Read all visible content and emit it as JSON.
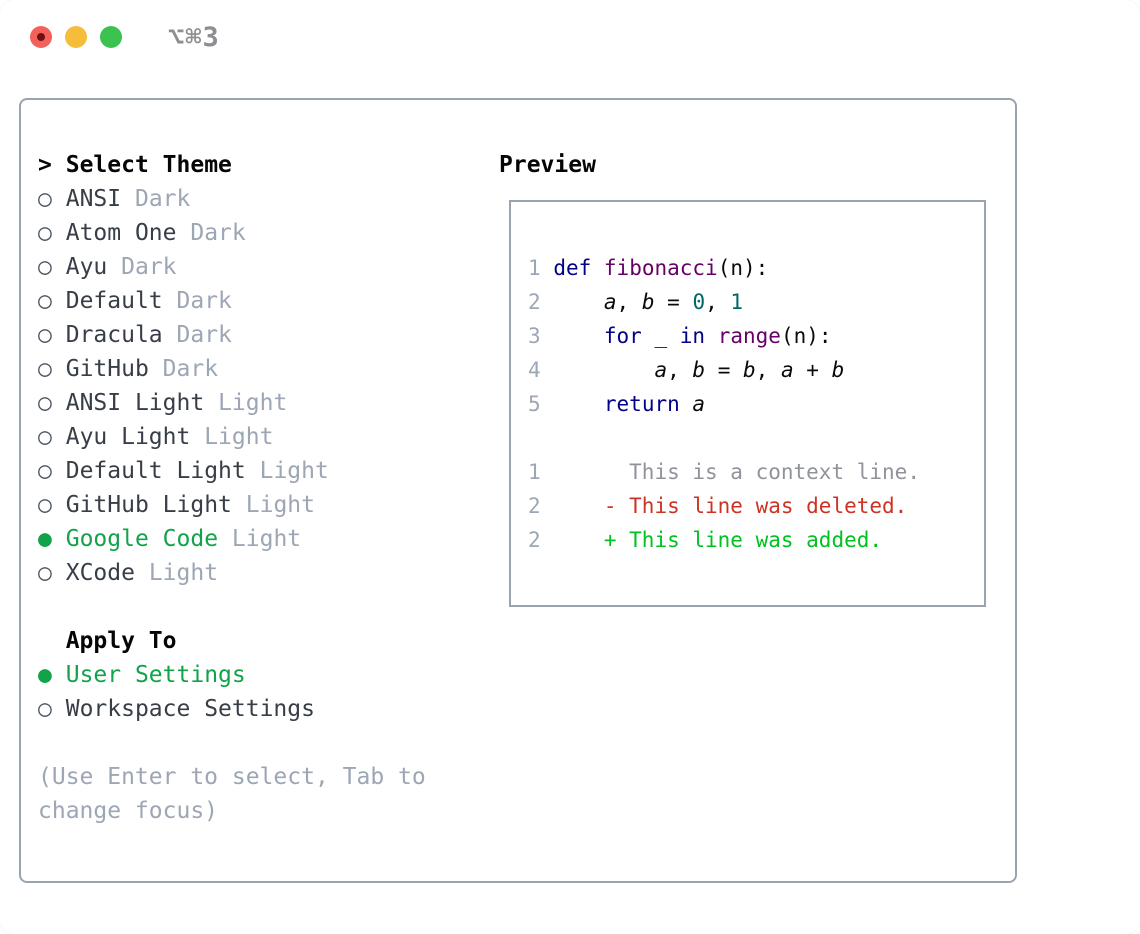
{
  "window": {
    "title": "⌥⌘3",
    "traffic_lights": {
      "close": "#f4615c",
      "close_dot": "#6b1310",
      "minimize": "#f6bd3b",
      "zoom": "#3bc24f"
    }
  },
  "colors": {
    "accent_green": "#12a34a",
    "keyword": "#000088",
    "function": "#660066",
    "literal": "#006666",
    "code_plain": "#0a0a0a",
    "diff_deleted": "#cc3322",
    "diff_added": "#00c21f",
    "diff_context": "#909399",
    "muted": "#9ca6b4",
    "text": "#383e47",
    "border": "#9aa3b0"
  },
  "theme_selector": {
    "cursor": ">",
    "heading": "Select Theme",
    "bullet_selected": "●",
    "bullet_unselected": "○",
    "themes": [
      {
        "name": "ANSI",
        "variant": "Dark",
        "selected": false
      },
      {
        "name": "Atom One",
        "variant": "Dark",
        "selected": false
      },
      {
        "name": "Ayu",
        "variant": "Dark",
        "selected": false
      },
      {
        "name": "Default",
        "variant": "Dark",
        "selected": false
      },
      {
        "name": "Dracula",
        "variant": "Dark",
        "selected": false
      },
      {
        "name": "GitHub",
        "variant": "Dark",
        "selected": false
      },
      {
        "name": "ANSI Light",
        "variant": "Light",
        "selected": false
      },
      {
        "name": "Ayu Light",
        "variant": "Light",
        "selected": false
      },
      {
        "name": "Default Light",
        "variant": "Light",
        "selected": false
      },
      {
        "name": "GitHub Light",
        "variant": "Light",
        "selected": false
      },
      {
        "name": "Google Code",
        "variant": "Light",
        "selected": true
      },
      {
        "name": "XCode",
        "variant": "Light",
        "selected": false
      }
    ]
  },
  "apply_to": {
    "heading": "Apply To",
    "options": [
      {
        "label": "User Settings",
        "selected": true
      },
      {
        "label": "Workspace Settings",
        "selected": false
      }
    ]
  },
  "help_lines": [
    "(Use Enter to select, Tab to",
    "change focus)"
  ],
  "preview": {
    "heading": "Preview",
    "code_lines": [
      {
        "num": "1",
        "segments": [
          [
            "kw",
            "def"
          ],
          [
            "pl",
            " "
          ],
          [
            "fn",
            "fibonacci"
          ],
          [
            "pl",
            "(n):"
          ]
        ]
      },
      {
        "num": "2",
        "segments": [
          [
            "pl",
            "    "
          ],
          [
            "var",
            "a"
          ],
          [
            "pl",
            ", "
          ],
          [
            "var",
            "b"
          ],
          [
            "pl",
            " = "
          ],
          [
            "lit",
            "0"
          ],
          [
            "pl",
            ", "
          ],
          [
            "lit",
            "1"
          ]
        ]
      },
      {
        "num": "3",
        "segments": [
          [
            "pl",
            "    "
          ],
          [
            "kw",
            "for"
          ],
          [
            "pl",
            " _ "
          ],
          [
            "kw",
            "in"
          ],
          [
            "pl",
            " "
          ],
          [
            "fn",
            "range"
          ],
          [
            "pl",
            "(n):"
          ]
        ]
      },
      {
        "num": "4",
        "segments": [
          [
            "pl",
            "        "
          ],
          [
            "var",
            "a"
          ],
          [
            "pl",
            ", "
          ],
          [
            "var",
            "b"
          ],
          [
            "pl",
            " = "
          ],
          [
            "var",
            "b"
          ],
          [
            "pl",
            ", "
          ],
          [
            "var",
            "a"
          ],
          [
            "pl",
            " + "
          ],
          [
            "var",
            "b"
          ]
        ]
      },
      {
        "num": "5",
        "segments": [
          [
            "pl",
            "    "
          ],
          [
            "kw",
            "return"
          ],
          [
            "pl",
            " "
          ],
          [
            "var",
            "a"
          ]
        ]
      }
    ],
    "diff_lines": [
      {
        "num": "1",
        "text": "    This is a context line.",
        "type": "context"
      },
      {
        "num": "2",
        "text": "  - This line was deleted.",
        "type": "deleted"
      },
      {
        "num": "2",
        "text": "  + This line was added.",
        "type": "added"
      }
    ]
  }
}
